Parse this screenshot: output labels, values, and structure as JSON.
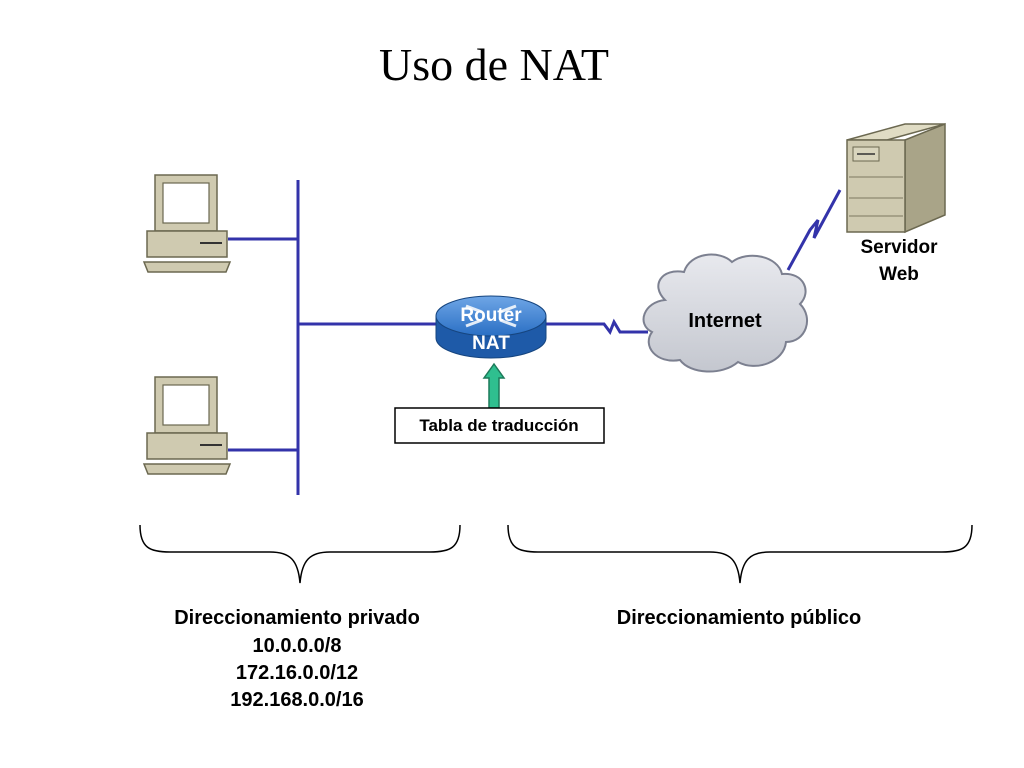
{
  "title": "Uso de NAT",
  "router": {
    "line1": "Router",
    "line2": "NAT"
  },
  "cloud": {
    "label": "Internet"
  },
  "server": {
    "line1": "Servidor",
    "line2": "Web"
  },
  "table_box": {
    "label": "Tabla de traducción"
  },
  "private": {
    "heading": "Direccionamiento privado",
    "ranges": [
      "10.0.0.0/8",
      "172.16.0.0/12",
      "192.168.0.0/16"
    ]
  },
  "public": {
    "heading": "Direccionamiento público"
  },
  "colors": {
    "link": "#3333aa",
    "router": "#2a6fc4",
    "cloud": "#d4d6dc",
    "device": "#cfcab0",
    "arrow": "#2fbf8f"
  }
}
